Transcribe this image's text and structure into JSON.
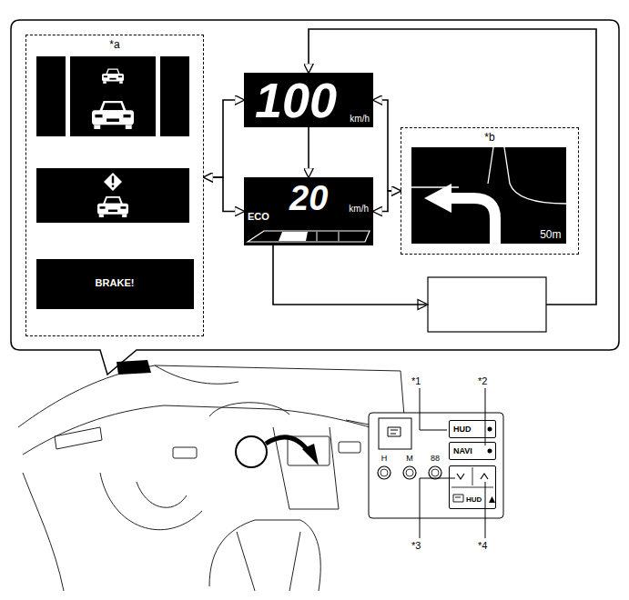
{
  "diagram": {
    "nodes": [
      {
        "text": [
          "*a"
        ]
      },
      {
        "text": [
          "BRAKE!"
        ],
        "in": 0
      },
      {
        "text": [
          "100",
          "km/h"
        ]
      },
      {
        "text": [
          "ECO",
          "20",
          "km/h"
        ]
      },
      {
        "text": [
          "*b"
        ]
      },
      {
        "text": [
          "50m"
        ],
        "in": 4
      },
      {
        "text": [
          "HUD"
        ]
      },
      {
        "text": [
          "NAVI"
        ]
      },
      {
        "text": [
          "HUD"
        ]
      }
    ],
    "edges": [
      {
        "from": 0,
        "to": 2,
        "arrow": "both"
      },
      {
        "from": 0,
        "to": 3,
        "arrow": "both"
      },
      {
        "from": 2,
        "to": 3,
        "arrow": "to"
      },
      {
        "from": 2,
        "to": 4,
        "arrow": "both"
      },
      {
        "from": 3,
        "to": 4,
        "arrow": "both"
      },
      {
        "from": 3,
        "to": 2,
        "arrow": "to"
      }
    ],
    "labels": [
      "*1",
      "*2",
      "*3",
      "*4",
      "H",
      "M",
      "88"
    ]
  }
}
